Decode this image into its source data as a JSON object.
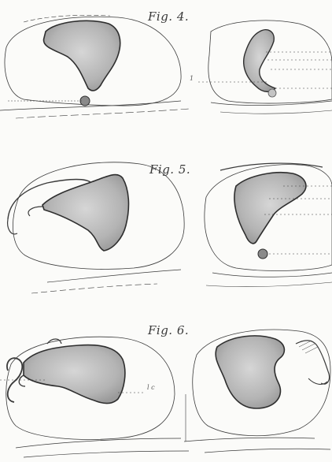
{
  "figures": {
    "fig4": {
      "label": "Fig. 4.",
      "mark": "1"
    },
    "fig5": {
      "label": "Fig. 5."
    },
    "fig6": {
      "label": "Fig. 6.",
      "mark": "l c"
    }
  },
  "colors": {
    "paper": "#fbfbf9",
    "ink": "#2e2e2e",
    "shade": "#b8b8b8",
    "shade_light": "#dcdcdc"
  }
}
